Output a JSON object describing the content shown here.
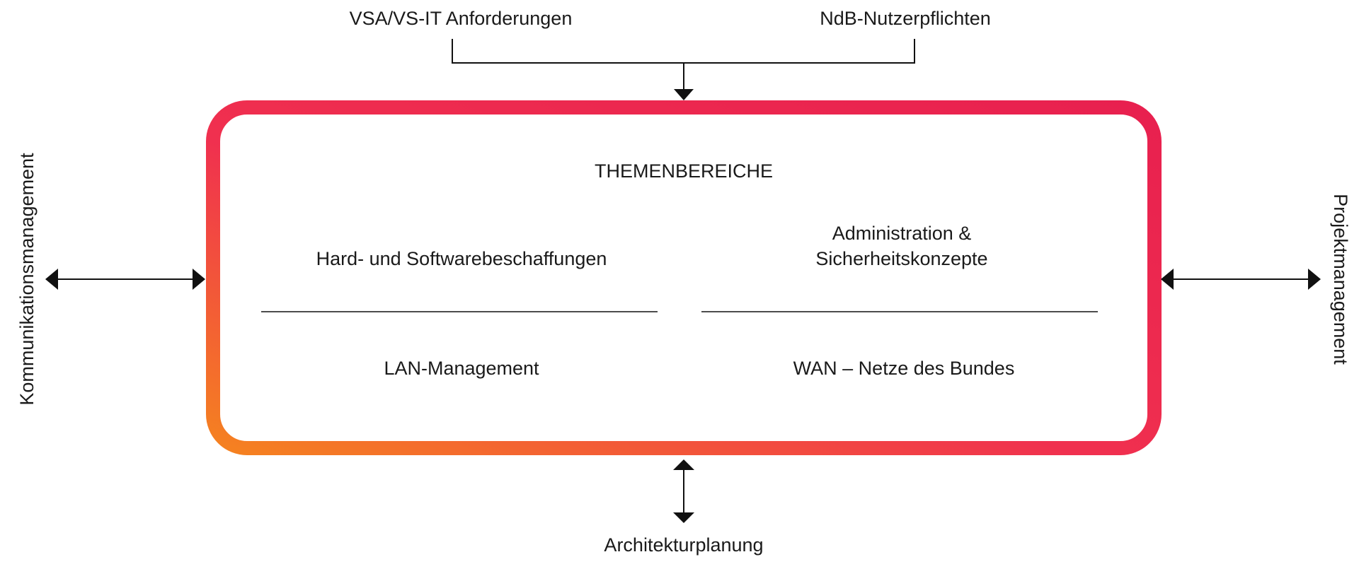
{
  "inputs": {
    "left": "VSA/VS-IT Anforderungen",
    "right": "NdB-Nutzerpflichten"
  },
  "box": {
    "title": "THEMENBEREICHE",
    "topics": {
      "top_left": "Hard- und Softwarebeschaffungen",
      "top_right_line1": "Administration &",
      "top_right_line2": "Sicherheitskonzepte",
      "bottom_left": "LAN-Management",
      "bottom_right": "WAN – Netze des Bundes"
    },
    "gradient": {
      "start": "#f58220",
      "mid": "#f0304f",
      "end": "#e8204f"
    }
  },
  "sides": {
    "left": "Kommunikationsmanagement",
    "right": "Projektmanagement",
    "bottom": "Architekturplanung"
  },
  "line_color": "#111111"
}
